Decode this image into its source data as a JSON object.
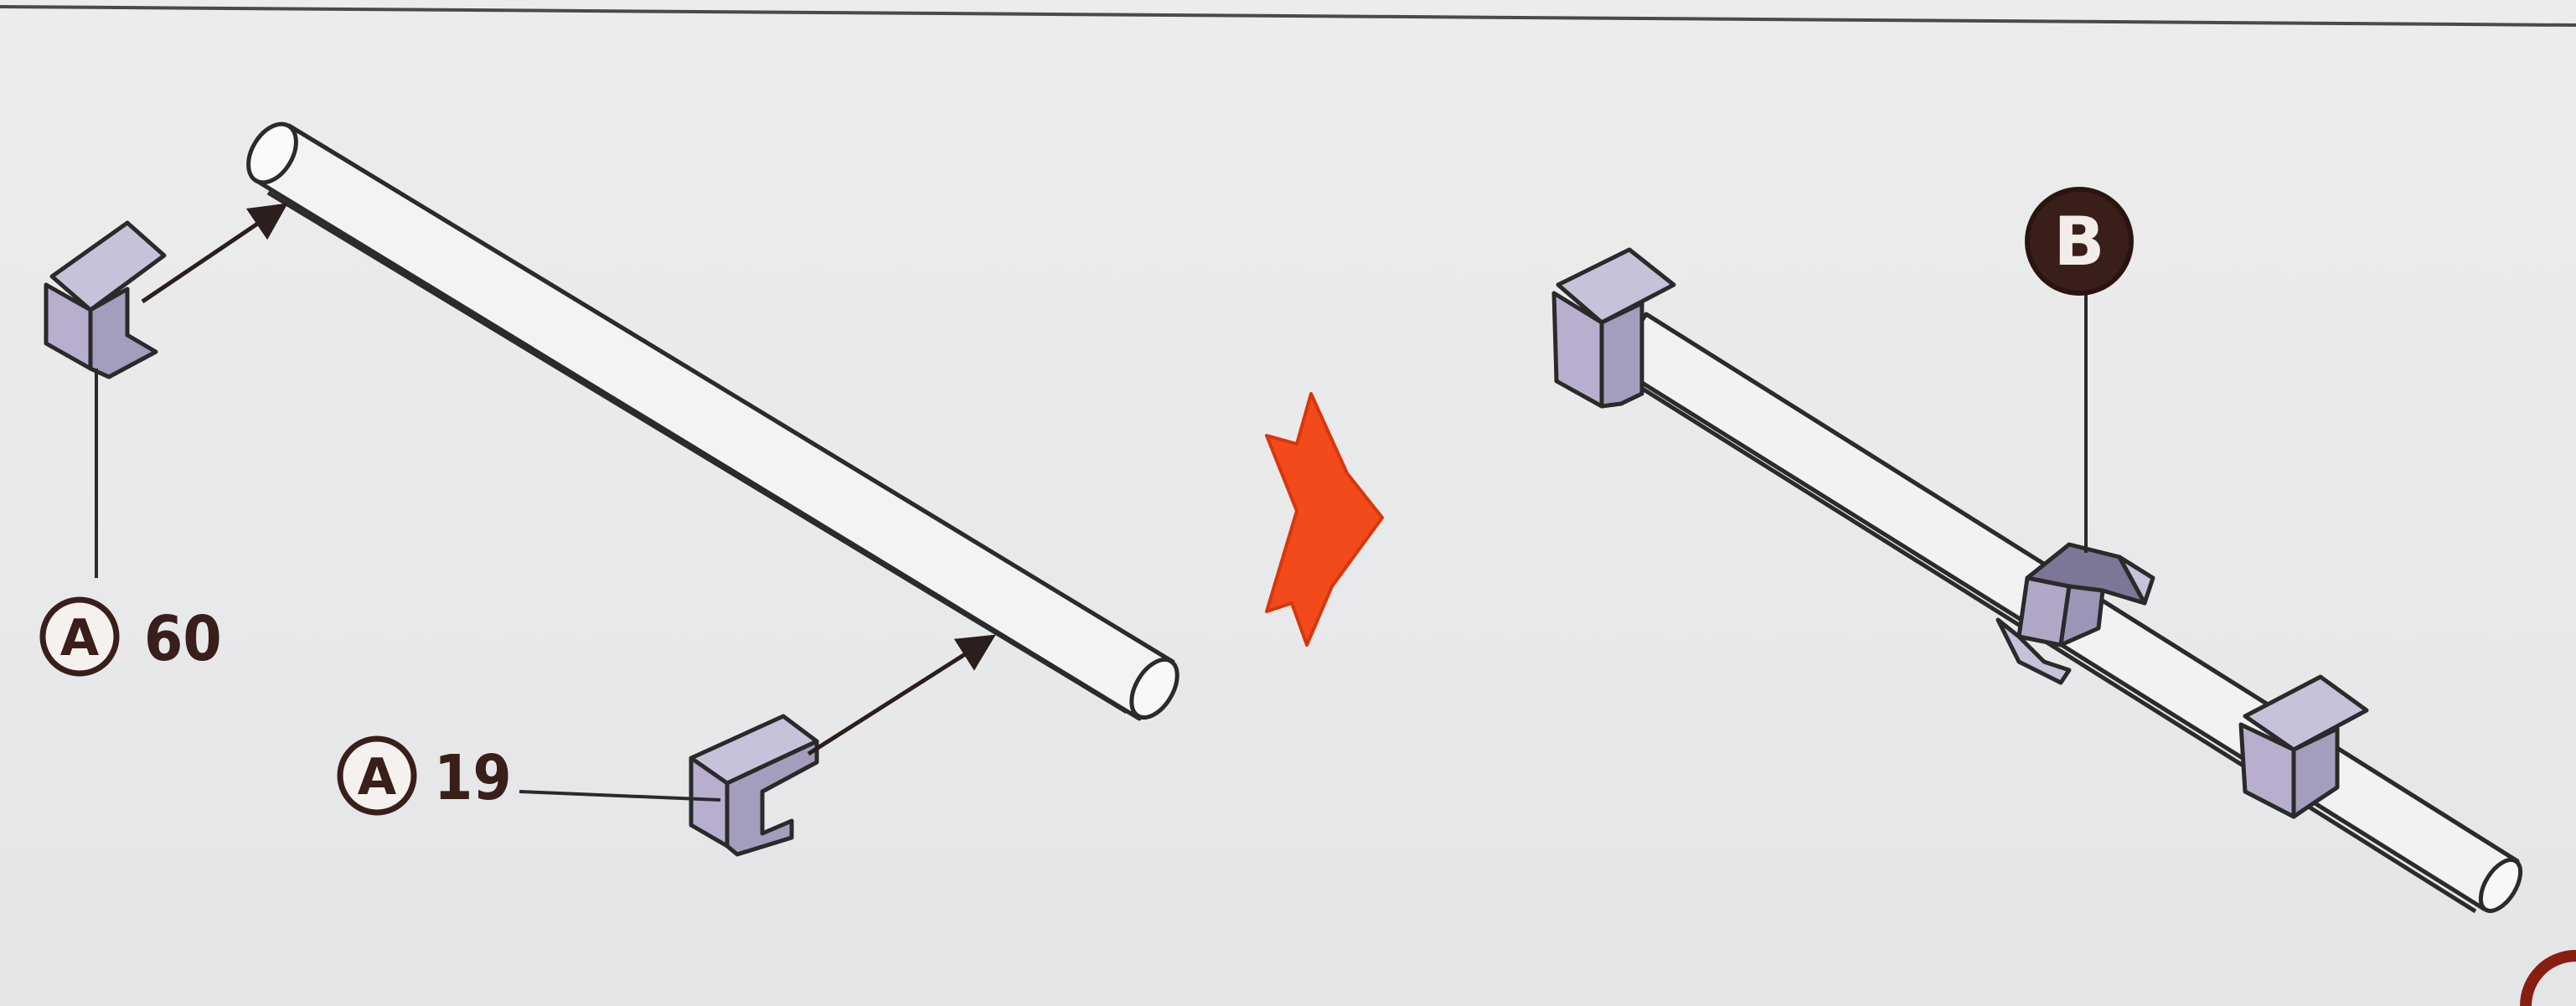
{
  "colors": {
    "background": "#e9eaea",
    "part_fill": "#bcb5cf",
    "part_shade": "#8f88a8",
    "outline": "#2a2a2a",
    "tube_fill": "#f2f2f2",
    "arrow": "#2a1f1c",
    "flow_arrow": "#f24a1a",
    "callout_dark": "#3a1e1a"
  },
  "callouts": {
    "part_a60": {
      "letter": "A",
      "number": "60"
    },
    "part_a19": {
      "letter": "A",
      "number": "19"
    },
    "part_b": {
      "letter": "B"
    }
  },
  "icons": {
    "flow": "right-arrow-icon"
  }
}
